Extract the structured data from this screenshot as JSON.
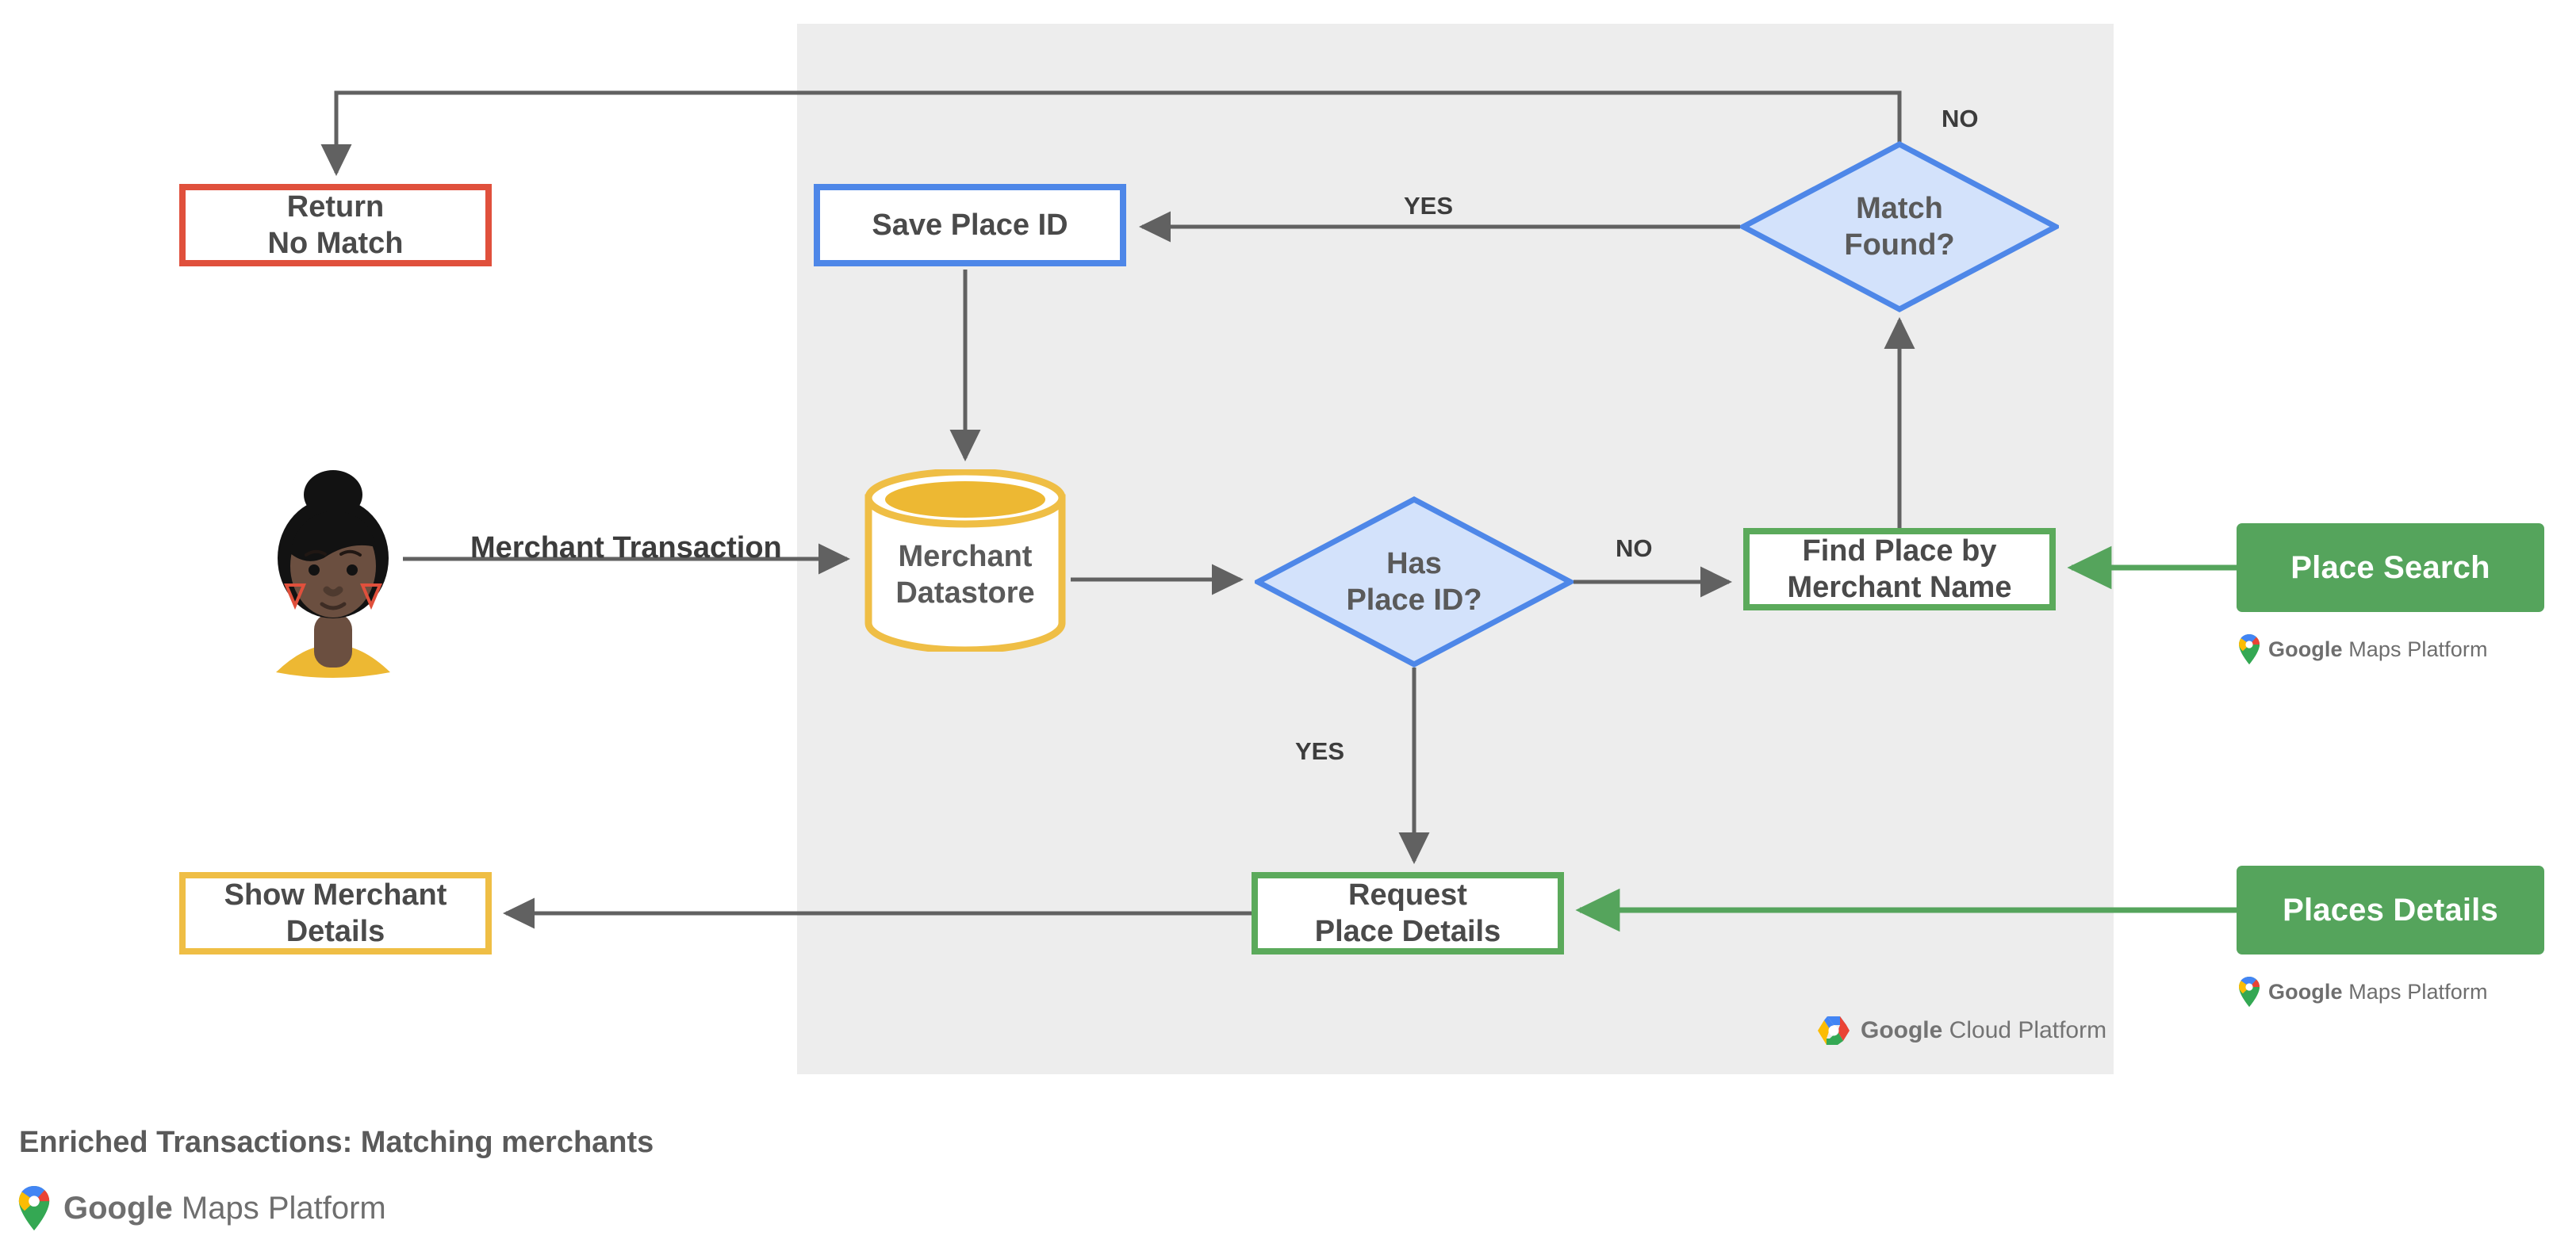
{
  "diagram": {
    "title": "Enriched Transactions: Matching merchants",
    "platform_panel_label": "Google Cloud Platform",
    "nodes": {
      "return_no_match": "Return\nNo Match",
      "save_place_id": "Save Place ID",
      "match_found": "Match\nFound?",
      "merchant_datastore": "Merchant\nDatastore",
      "has_place_id": "Has\nPlace ID?",
      "find_place_by_merchant_name": "Find Place by\nMerchant Name",
      "request_place_details": "Request\nPlace Details",
      "show_merchant_details": "Show Merchant\nDetails",
      "place_search": "Place Search",
      "places_details": "Places Details"
    },
    "edge_labels": {
      "merchant_transaction": "Merchant Transaction",
      "match_found_yes": "YES",
      "match_found_no": "NO",
      "has_place_id_no": "NO",
      "has_place_id_yes": "YES"
    },
    "brand": {
      "google": "Google",
      "maps_platform": " Maps Platform",
      "cloud_platform": " Cloud Platform"
    },
    "icons": {
      "user_avatar": "person-avatar-icon",
      "datastore": "database-cylinder-icon",
      "maps_pin": "google-maps-pin-icon",
      "cloud_hex": "google-cloud-hexagon-icon"
    },
    "colors": {
      "panel_background": "#EDEDED",
      "red_border": "#E0503C",
      "blue_border": "#4E87E8",
      "blue_fill": "#D3E2FB",
      "green_border": "#5BAA5B",
      "green_fill": "#55A45C",
      "yellow_border": "#EFBE45",
      "arrow_gray": "#616161",
      "text_gray": "#5A5A5A"
    }
  }
}
